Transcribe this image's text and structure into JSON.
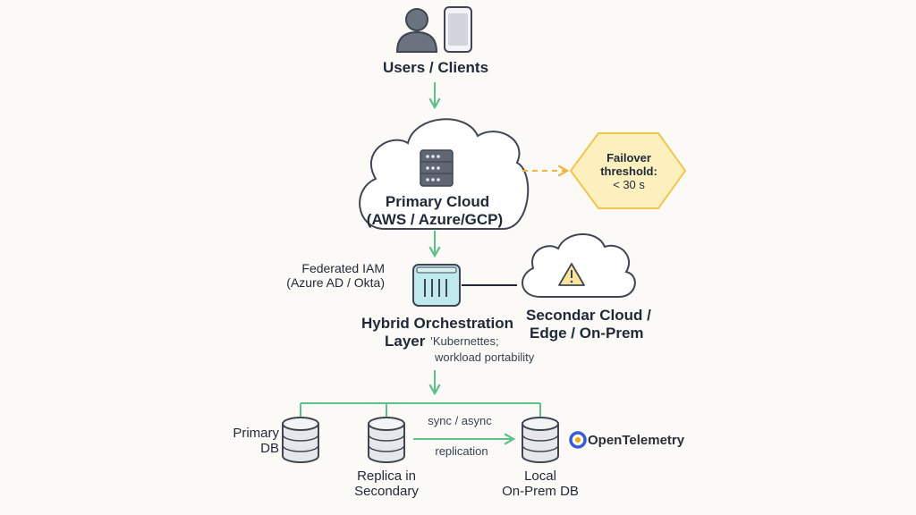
{
  "users": {
    "label": "Users / Clients"
  },
  "primary_cloud": {
    "title": "Primary Cloud",
    "subtitle": "(AWS / Azure/GCP)"
  },
  "failover": {
    "line1": "Failover",
    "line2": "threshold:",
    "line3": "< 30 s"
  },
  "federated_iam": {
    "line1": "Federated IAM",
    "line2": "(Azure AD / Okta)"
  },
  "orchestration": {
    "title_line1": "Hybrid Orchestration",
    "title_line2": "Layer",
    "detail1": "’Kubernettes;",
    "detail2": "workload portability"
  },
  "secondary_cloud": {
    "line1": "Secondar Cloud /",
    "line2": "Edge / On-Prem"
  },
  "databases": {
    "primary": {
      "line1": "Primary",
      "line2": "DB"
    },
    "replica": {
      "line1": "Replica in",
      "line2": "Secondary"
    },
    "local": {
      "line1": "Local",
      "line2": "On-Prem DB"
    }
  },
  "replication": {
    "top": "sync / async",
    "bottom": "replication"
  },
  "opentelemetry": {
    "label": "OpenTelemetry"
  },
  "colors": {
    "arrow_green": "#5fbf8a",
    "dashed_orange": "#f0b440",
    "hexagon_fill": "#fdf0bf",
    "hexagon_stroke": "#f2c64a",
    "orchestrator_fill": "#bfe9ec",
    "warning_fill": "#fce49a",
    "db_fill": "#e5e7eb",
    "telemetry_blue": "#3b5bd6"
  },
  "icons": [
    "user-icon",
    "phone-icon",
    "server-icon",
    "orchestrator-icon",
    "warning-icon",
    "database-icon",
    "opentelemetry-icon"
  ]
}
